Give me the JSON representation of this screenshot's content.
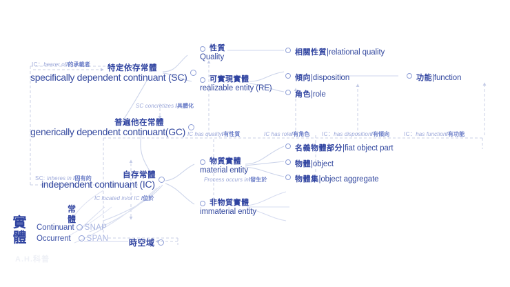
{
  "meta": {
    "colors": {
      "node_text": "#2f43a0",
      "edge_label": "#9aa6d8",
      "ring_stroke": "#8e9ed6",
      "wire": "#c9d1ea",
      "dash": "#c9cfe6",
      "background": "#ffffff"
    },
    "watermark": "A.H.科普"
  },
  "nodes": {
    "sdc": {
      "cn": "特定依存常體",
      "en": "specifically dependent continuant (SC)"
    },
    "gdc": {
      "cn": "普遍他在常體",
      "en": "generically dependent continuant(GC)"
    },
    "ic": {
      "cn": "自存常體",
      "en": "independent continuant (IC)"
    },
    "quality": {
      "cn": "性質",
      "en": "Quality"
    },
    "realizable": {
      "cn": "可實現實體",
      "en": "realizable entity (RE)"
    },
    "relational": {
      "cn": "相關性質",
      "en": "|relational quality"
    },
    "disposition": {
      "cn": "傾向",
      "en": "|disposition"
    },
    "role": {
      "cn": "角色",
      "en": "|role"
    },
    "function": {
      "cn": "功能",
      "en": "|function"
    },
    "material": {
      "cn": "物質實體",
      "en": "material entity"
    },
    "immaterial": {
      "cn": "非物質實體",
      "en": "immaterial entity"
    },
    "fiat": {
      "cn": "名義物體部分",
      "en": "|fiat object part"
    },
    "object": {
      "cn": "物體",
      "en": "|object"
    },
    "aggregate": {
      "cn": "物體集",
      "en": "|object aggregate"
    },
    "spacetime": {
      "cn": "時空域",
      "en": ""
    }
  },
  "edge_labels": {
    "bearer_of": {
      "pre": "IC：",
      "lat": "bearer of",
      "han": "/的承載者"
    },
    "concretizes": {
      "pre": "",
      "lat": "SC concretizes ",
      "han": "/具體化"
    },
    "inheres_in": {
      "pre": "SC: ",
      "lat": "inheres in ",
      "han": "/固有的"
    },
    "located_in": {
      "pre": "",
      "lat": "IC located in/of IC ",
      "han": "/位於"
    },
    "has_quality": {
      "pre": "",
      "lat": "IC has quality",
      "han": "/有性質"
    },
    "has_role": {
      "pre": "",
      "lat": "IC has role",
      "han": "/有角色"
    },
    "has_disposition": {
      "pre": "IC：",
      "lat": "has disposition",
      "han": "/有傾向"
    },
    "has_function": {
      "pre": "IC：",
      "lat": "has function",
      "han": "/有功能"
    },
    "process_occurs_in": {
      "pre": "",
      "lat": "Process occurs in",
      "han": "/發生於"
    }
  },
  "root": {
    "entity_cn": "實體",
    "continuant_cn": "常體",
    "legend": [
      {
        "label": "Continuant",
        "system": "SNAP"
      },
      {
        "label": "Occurrent",
        "system": "SPAN"
      }
    ]
  }
}
